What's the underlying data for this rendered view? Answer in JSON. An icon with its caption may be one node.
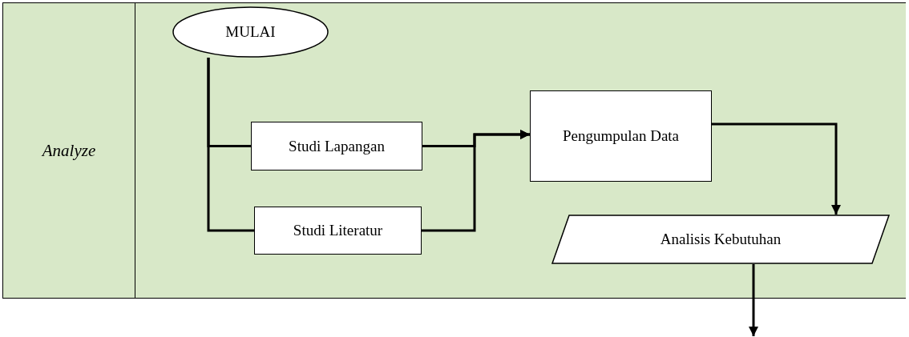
{
  "diagram": {
    "nodes": [
      {
        "text": [
          "Analyze"
        ]
      },
      {
        "text": [
          "MULAI"
        ]
      },
      {
        "text": [
          "Studi Lapangan"
        ]
      },
      {
        "text": [
          "Studi Literatur"
        ]
      },
      {
        "text": [
          "Pengumpulan Data"
        ]
      },
      {
        "text": [
          "Analisis Kebutuhan"
        ]
      }
    ],
    "edges": [
      {
        "from": 1,
        "to": 2,
        "arrow": "none"
      },
      {
        "from": 1,
        "to": 3,
        "arrow": "none"
      },
      {
        "from": 2,
        "to": 4,
        "arrow": "to"
      },
      {
        "from": 3,
        "to": 4,
        "arrow": "to"
      },
      {
        "from": 4,
        "to": 5,
        "arrow": "to"
      },
      {
        "from": 5,
        "to": null,
        "arrow": "to"
      }
    ]
  }
}
